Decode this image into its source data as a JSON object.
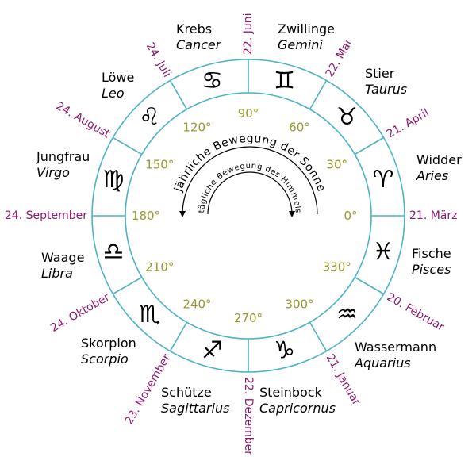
{
  "colors": {
    "ring": "#4bb3c4",
    "degree": "#99982a",
    "date": "#8e1a6f",
    "text": "#000000"
  },
  "motion": {
    "annual_sun": "jährliche Bewegung der Sonne",
    "daily_sky": "tägliche Bewegung des Himmels"
  },
  "signs": [
    {
      "id": "aries",
      "glyph": "♈",
      "icon": "aries-icon",
      "german": "Widder",
      "latin": "Aries",
      "degree": "0°",
      "date": "21. März"
    },
    {
      "id": "taurus",
      "glyph": "♉",
      "icon": "taurus-icon",
      "german": "Stier",
      "latin": "Taurus",
      "degree": "30°",
      "date": "21. April"
    },
    {
      "id": "gemini",
      "glyph": "♊",
      "icon": "gemini-icon",
      "german": "Zwillinge",
      "latin": "Gemini",
      "degree": "60°",
      "date": "22. Mai"
    },
    {
      "id": "cancer",
      "glyph": "♋",
      "icon": "cancer-icon",
      "german": "Krebs",
      "latin": "Cancer",
      "degree": "90°",
      "date": "22. Juni"
    },
    {
      "id": "leo",
      "glyph": "♌",
      "icon": "leo-icon",
      "german": "Löwe",
      "latin": "Leo",
      "degree": "120°",
      "date": "24. Juli"
    },
    {
      "id": "virgo",
      "glyph": "♍",
      "icon": "virgo-icon",
      "german": "Jungfrau",
      "latin": "Virgo",
      "degree": "150°",
      "date": "24. August"
    },
    {
      "id": "libra",
      "glyph": "♎",
      "icon": "libra-icon",
      "german": "Waage",
      "latin": "Libra",
      "degree": "180°",
      "date": "24. September"
    },
    {
      "id": "scorpio",
      "glyph": "♏",
      "icon": "scorpio-icon",
      "german": "Skorpion",
      "latin": "Scorpio",
      "degree": "210°",
      "date": "24. Oktober"
    },
    {
      "id": "sagittarius",
      "glyph": "♐",
      "icon": "sagittarius-icon",
      "german": "Schütze",
      "latin": "Sagittarius",
      "degree": "240°",
      "date": "23. November"
    },
    {
      "id": "capricorn",
      "glyph": "♑",
      "icon": "capricorn-icon",
      "german": "Steinbock",
      "latin": "Capricornus",
      "degree": "270°",
      "date": "22. Dezember"
    },
    {
      "id": "aquarius",
      "glyph": "♒",
      "icon": "aquarius-icon",
      "german": "Wassermann",
      "latin": "Aquarius",
      "degree": "300°",
      "date": "21. Januar"
    },
    {
      "id": "pisces",
      "glyph": "♓",
      "icon": "pisces-icon",
      "german": "Fische",
      "latin": "Pisces",
      "degree": "330°",
      "date": "20. Februar"
    }
  ]
}
